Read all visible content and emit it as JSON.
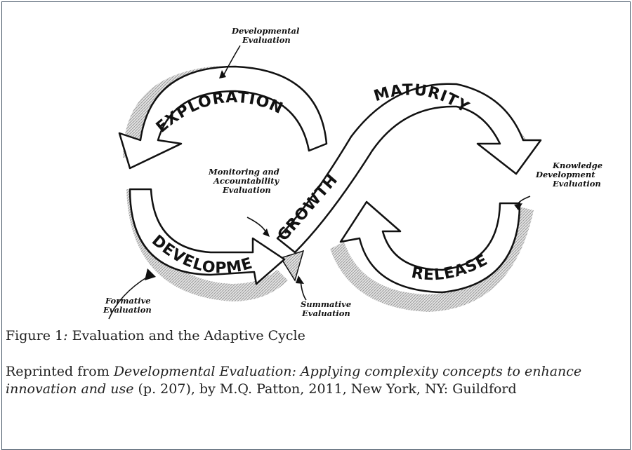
{
  "diagram": {
    "phases": {
      "exploration": "EXPLORATION",
      "maturity": "MATURITY",
      "growth": "GROWTH",
      "development": "DEVELOPMENT",
      "release": "RELEASE"
    },
    "annotations": {
      "developmental": [
        "Developmental",
        "Evaluation"
      ],
      "monitoring": [
        "Monitoring and",
        "Accountability",
        "Evaluation"
      ],
      "knowledge": [
        "Knowledge",
        "Development",
        "Evaluation"
      ],
      "formative": [
        "Formative",
        "Evaluation"
      ],
      "summative": [
        "Summative",
        "Evaluation"
      ]
    }
  },
  "caption": {
    "title_prefix": "Figure 1",
    "title_colon": ":",
    "title_text": " Evaluation and the Adaptive Cycle",
    "ref_prefix": "Reprinted from ",
    "ref_title": "Developmental Evaluation: Applying complexity concepts to enhance innovation and use",
    "ref_suffix": " (p. 207), by M.Q. Patton, 2011, New York, NY: Guildford"
  },
  "colors": {
    "ink": "#111111",
    "hatch": "#b5b5b5",
    "frame": "#4a5a6a"
  }
}
